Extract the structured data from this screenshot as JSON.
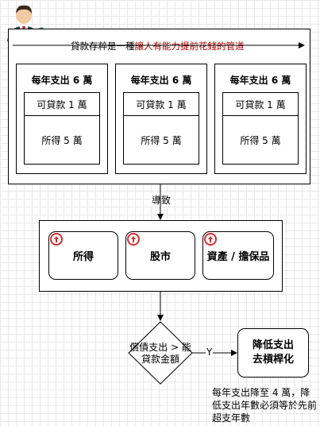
{
  "title": {
    "prefix": "貸款存粹是一種",
    "highlight": "讓人有能力提前花錢的管道"
  },
  "columns": [
    {
      "header": "每年支出 6 萬",
      "loan": "可貸款 1 萬",
      "income": "所得 5 萬"
    },
    {
      "header": "每年支出 6 萬",
      "loan": "可貸款 1 萬",
      "income": "所得 5 萬"
    },
    {
      "header": "每年支出 6 萬",
      "loan": "可貸款 1 萬",
      "income": "所得 5 萬"
    }
  ],
  "arrow_label": "導致",
  "items": [
    "所得",
    "股市",
    "資產 / 擔保品"
  ],
  "decision": "償債支出 > 能貸款金額",
  "yes_label": "Y",
  "result": "降低支出去槓桿化",
  "note": "每年支出降至 4 萬，降低支出年數必須等於先前超支年數",
  "colors": {
    "highlight": "#b00000",
    "icon_ring": "#d63030"
  },
  "icons": {
    "avatar": "businessman-money-icon",
    "items": "arrow-up-circle-icon"
  }
}
